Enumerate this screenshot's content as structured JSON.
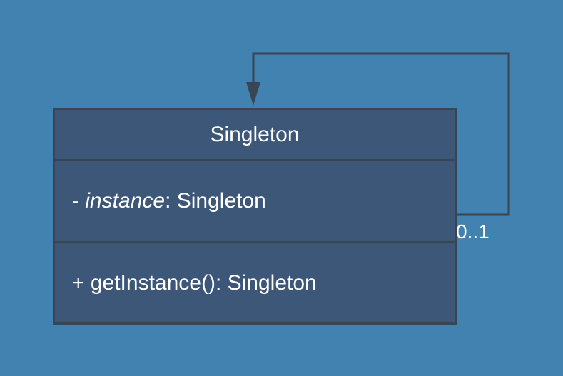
{
  "class": {
    "name": "Singleton",
    "attribute": {
      "visibility": "- ",
      "name": "instance",
      "type": ": Singleton"
    },
    "operation": "+ getInstance(): Singleton"
  },
  "association": {
    "multiplicity": "0..1"
  },
  "colors": {
    "background": "#4282B0",
    "class_fill": "#3D5778",
    "line": "#3A4452",
    "text": "#FFFFFF"
  }
}
